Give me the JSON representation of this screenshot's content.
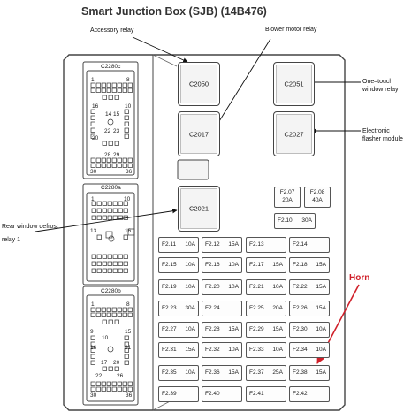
{
  "title": "Smart Junction Box (SJB) (14B476)",
  "callouts": {
    "accessory_relay": "Accessory relay",
    "blower_motor_relay": "Blower motor relay",
    "one_touch_line1": "One–touch",
    "one_touch_line2": "window relay",
    "flasher_line1": "Electronic",
    "flasher_line2": "flasher module",
    "rear_defrost_line1": "Rear window defrost",
    "rear_defrost_line2": "relay 1",
    "horn": "Horn"
  },
  "relays": {
    "c2050": "C2050",
    "c2051": "C2051",
    "c2017": "C2017",
    "c2027": "C2027",
    "c2021": "C2021"
  },
  "connectors": {
    "c2280c": {
      "title": "C2280c",
      "pins": [
        "1",
        "8",
        "16",
        "10",
        "14",
        "15",
        "22",
        "23",
        "20",
        "28",
        "29",
        "30",
        "36"
      ]
    },
    "c2280a": {
      "title": "C2280a",
      "pins": [
        "1",
        "10",
        "13",
        "16"
      ]
    },
    "c2280b": {
      "title": "C2280b",
      "pins": [
        "1",
        "8",
        "9",
        "10",
        "15",
        "16",
        "17",
        "20",
        "21",
        "22",
        "26",
        "30",
        "36"
      ]
    }
  },
  "fuses_small": [
    {
      "id": "F2.07",
      "amp": "20A"
    },
    {
      "id": "F2.08",
      "amp": "40A"
    },
    {
      "id": "F2.10",
      "amp": "30A"
    }
  ],
  "fuses": [
    {
      "id": "F2.11",
      "amp": "10A"
    },
    {
      "id": "F2.12",
      "amp": "15A"
    },
    {
      "id": "F2.13",
      "amp": ""
    },
    {
      "id": "F2.14",
      "amp": ""
    },
    {
      "id": "F2.15",
      "amp": "10A"
    },
    {
      "id": "F2.16",
      "amp": "10A"
    },
    {
      "id": "F2.17",
      "amp": "15A"
    },
    {
      "id": "F2.18",
      "amp": "15A"
    },
    {
      "id": "F2.19",
      "amp": "10A"
    },
    {
      "id": "F2.20",
      "amp": "10A"
    },
    {
      "id": "F2.21",
      "amp": "10A"
    },
    {
      "id": "F2.22",
      "amp": "15A"
    },
    {
      "id": "F2.23",
      "amp": "30A"
    },
    {
      "id": "F2.24",
      "amp": ""
    },
    {
      "id": "F2.25",
      "amp": "20A"
    },
    {
      "id": "F2.26",
      "amp": "15A"
    },
    {
      "id": "F2.27",
      "amp": "10A"
    },
    {
      "id": "F2.28",
      "amp": "15A"
    },
    {
      "id": "F2.29",
      "amp": "15A"
    },
    {
      "id": "F2.30",
      "amp": "10A"
    },
    {
      "id": "F2.31",
      "amp": "15A"
    },
    {
      "id": "F2.32",
      "amp": "10A"
    },
    {
      "id": "F2.33",
      "amp": "10A"
    },
    {
      "id": "F2.34",
      "amp": "10A"
    },
    {
      "id": "F2.35",
      "amp": "10A"
    },
    {
      "id": "F2.36",
      "amp": "15A"
    },
    {
      "id": "F2.37",
      "amp": "25A"
    },
    {
      "id": "F2.38",
      "amp": "15A"
    },
    {
      "id": "F2.39",
      "amp": ""
    },
    {
      "id": "F2.40",
      "amp": ""
    },
    {
      "id": "F2.41",
      "amp": ""
    },
    {
      "id": "F2.42",
      "amp": ""
    }
  ],
  "colors": {
    "outline": "#444444",
    "horn_red": "#d0202a",
    "relay_fill": "#f4f4f4"
  }
}
